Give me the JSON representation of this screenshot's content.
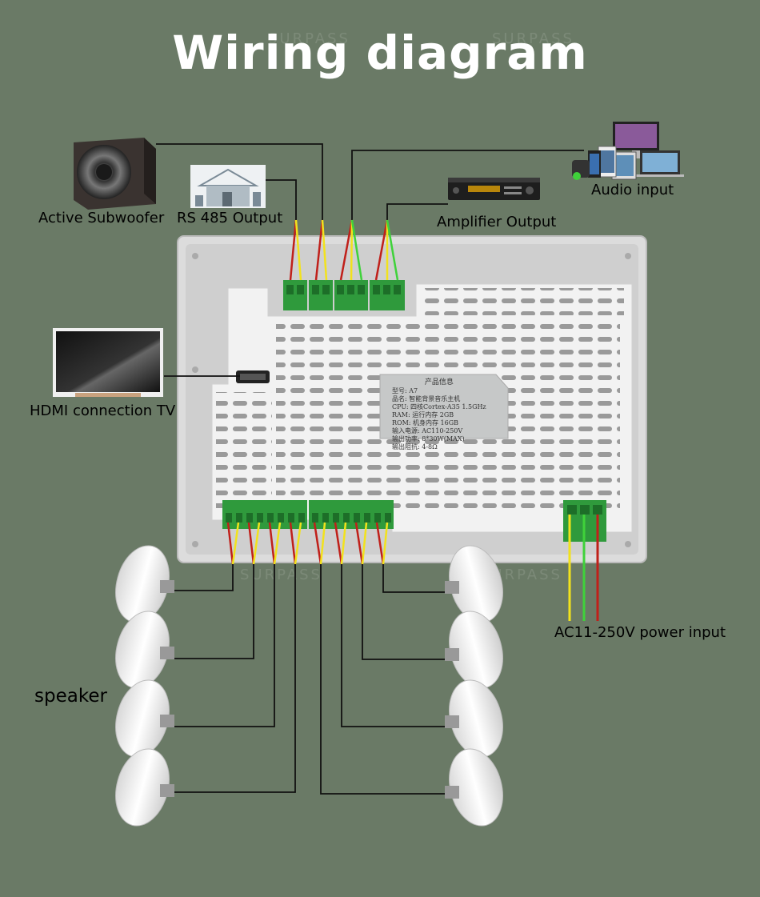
{
  "title": "Wiring diagram",
  "watermark": "SURPASS",
  "labels": {
    "subwoofer": "Active Subwoofer",
    "rs485": "RS 485 Output",
    "amplifier": "Amplifier Output",
    "audio_input": "Audio input",
    "hdmi": "HDMI connection TV",
    "speaker": "speaker",
    "power": "AC11-250V power input"
  },
  "nameplate": {
    "heading": "产品信息",
    "lines": [
      "型号: A7",
      "品名: 智能背景音乐主机",
      "CPU: 四核Cortex-A35  1.5GHz",
      "RAM: 运行内存 2GB",
      "ROM: 机身内存 16GB",
      "输入电源: AC110-250V",
      "输出功率: 8*30W(MAX)",
      "输出阻抗: 4-8Ω"
    ]
  },
  "colors": {
    "background": "#6a7a66",
    "wire_red": "#c0201a",
    "wire_yellow": "#f2e21c",
    "wire_green": "#3fd23a",
    "wire_black": "#111111",
    "terminal": "#2f9a3c",
    "device": "#e9e9e9"
  }
}
